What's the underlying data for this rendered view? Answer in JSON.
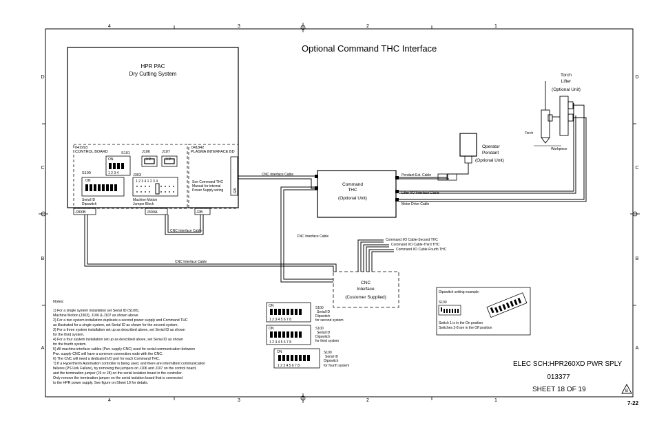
{
  "sheet": {
    "title": "Optional Command THC Interface",
    "col_labels": [
      "4",
      "3",
      "2",
      "1"
    ],
    "row_labels": [
      "D",
      "C",
      "B",
      "A"
    ],
    "title_block": {
      "doc_title": "ELEC SCH:HPR260XD PWR SPLY",
      "part_number": "013377",
      "sheet_info": "SHEET 18 OF 19",
      "revision": "B"
    },
    "page_number": "7-22"
  },
  "hpr_pac": {
    "line1": "HPR PAC",
    "line2": "Dry Cutting System",
    "control_board": {
      "part": "041993",
      "name": "CONTROL BOARD",
      "s101": "S101",
      "j106": "J106",
      "j107": "J107",
      "jumper_nums": "1 2",
      "s101_on": "ON",
      "s101_nums": "1 2 3 4",
      "s100": "S100",
      "s100_on": "ON",
      "j303": "J303",
      "j303_nums": "1 2 3 4 1 2 3 4",
      "serial_id_1": "Serial ID",
      "serial_id_2": "Dipswitch",
      "jumper_1": "Machine Motion",
      "jumper_2": "Jumper Block"
    },
    "plasma_interface": {
      "part": "041842",
      "name": "PLASMA INTERFACE BD",
      "note1": "See Command THC",
      "note2": "Manual for internal",
      "note3": "Power Supply wiring",
      "j2a": "J2A"
    },
    "connectors": [
      "J300B",
      "J300A",
      "J2B"
    ]
  },
  "command_thc": {
    "line1": "Command",
    "line2": "THC",
    "line3": "(Optional Unit)"
  },
  "operator_pendant": {
    "line1": "Operator",
    "line2": "Pendant",
    "line3": "(Optional Unit)"
  },
  "torch_lifter": {
    "line1": "Torch",
    "line2": "Lifter",
    "line3": "(Optional Unit)",
    "torch": "Torch",
    "workpiece": "Workpiece"
  },
  "cnc_interface": {
    "line1": "CNC",
    "line2": "Interface",
    "line3": "(Customer Supplied)"
  },
  "cables": {
    "cnc_top": "CNC Interface Cable",
    "pendant": "Pendant Ext. Cable",
    "lifter": "Lifter I/O Interface Cable",
    "motor": "Motor Drive Cable",
    "cnc_mid": "CNC Interface Cable",
    "cnc_left": "CNC Interface Cable",
    "cnc_short": "CNC Interface Cable",
    "io_second": "Command I/O Cable-Second THC",
    "io_third": "Command I/O Cable-Third THC",
    "io_fourth": "Command I/O Cable-Fourth THC"
  },
  "dipswitches": [
    {
      "on": "ON",
      "nums": "1 2 3 4 5 6 7 8",
      "line1": "S100",
      "line2": "Serial ID",
      "line3": "Dipswitch",
      "line4": "for second system"
    },
    {
      "on": "ON",
      "nums": "1 2 3 4 5 6 7 8",
      "line1": "S100",
      "line2": "Serial ID",
      "line3": "Dipswitch",
      "line4": "for third system"
    },
    {
      "on": "ON",
      "nums": "1 2 3 4 5 6 7 8",
      "line1": "S100",
      "line2": "Serial ID",
      "line3": "Dipswitch",
      "line4": "for fourth system"
    }
  ],
  "example_box": {
    "title": "Dipswitch setting example:",
    "s100": "S100",
    "line1": "Switch 1 is in the On position",
    "line2": "Switches 2-8 are in the Off position"
  },
  "notes": {
    "heading": "Notes:",
    "lines": [
      "1) For a single system installation set Serial ID (S100),",
      "    Machine Motion (J303), J106 & J107 as shown above.",
      "2) For a two system installation duplicate a second power supply and Command THC",
      "    as illustrated for a single system, set Serial ID as shown for the second system.",
      "3) For a three system installation set up as described above, set Serial ID as shown",
      "    for the third system.",
      "4) For a four system installation set up as described above, set Serial ID as shown",
      "    for the fourth system.",
      "5) All machine interface cables (Pwr. supply-CNC) used for serial communication between",
      "    Pwr. supply-CNC will have a common connection node with the CNC.",
      "6) The CNC will need a dedicated I/O port for each Command THC.",
      "7) If a Hypertherm Automation controller is being used, and there are intermittent communication",
      "    failures (PS Link Failure), try removing the jumpers on J106 and J107 on the control board,",
      "    and the termination jumper (J6 or J8) on the serial isolation board in the controller.",
      "    Only remove the termination jumper on the serial isolation board that is connected",
      "    to the HPR power supply. See figure on Sheet 19 for details."
    ]
  }
}
